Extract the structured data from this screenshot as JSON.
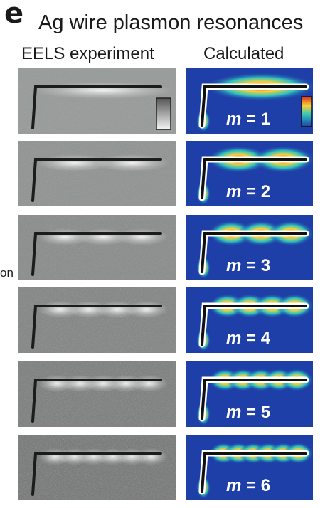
{
  "figure": {
    "panel_letter": "e",
    "title": "Ag wire plasmon resonances",
    "columns": {
      "experiment": "EELS experiment",
      "calculated": "Calculated"
    },
    "side_fragment": "on",
    "mode_symbol": "m",
    "rows": [
      {
        "mode_label": "= 1",
        "m": 1
      },
      {
        "mode_label": "= 2",
        "m": 2
      },
      {
        "mode_label": "= 3",
        "m": 3
      },
      {
        "mode_label": "= 4",
        "m": 4
      },
      {
        "mode_label": "= 5",
        "m": 5
      },
      {
        "mode_label": "= 6",
        "m": 6
      }
    ],
    "colors": {
      "calc_background": "#1f3fa8",
      "wire_outline": "#ffffff",
      "wire_core": "#111111",
      "hot": "#e0301e",
      "warm": "#f7d23a",
      "mid": "#2fc3c0"
    }
  }
}
